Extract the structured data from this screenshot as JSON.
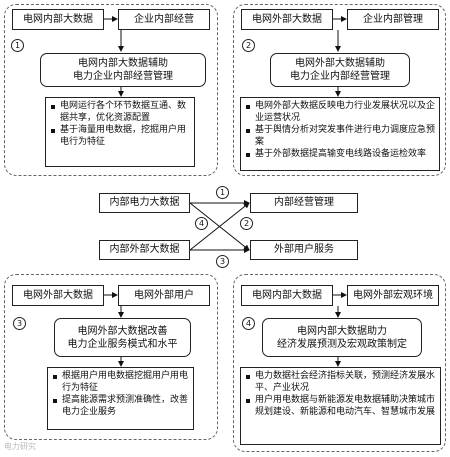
{
  "panels": [
    {
      "number": "1",
      "source": "电网内部大数据",
      "target": "企业内部经营",
      "title": [
        "电网内部大数据辅助",
        "电力企业内部经营管理"
      ],
      "bullets": [
        "电网运行各个环节数据互通、数据共享，优化资源配置",
        "基于海量用电数据，挖掘用户用电行为特征"
      ]
    },
    {
      "number": "2",
      "source": "电网外部大数据",
      "target": "企业内部管理",
      "title": [
        "电网外部大数据辅助",
        "电力企业内部经营管理"
      ],
      "bullets": [
        "电网外部大数据反映电力行业发展状况以及企业运营状况",
        "基于舆情分析对突发事件进行电力调度应急预案",
        "基于外部数据提高输变电线路设备运检效率"
      ]
    },
    {
      "number": "3",
      "source": "电网外部大数据",
      "target": "电网外部用户",
      "title": [
        "电网外部大数据改善",
        "电力企业服务模式和水平"
      ],
      "bullets": [
        "根据用户用电数据挖掘用户用电行为特征",
        "提高能源需求预测准确性，改善电力企业服务"
      ]
    },
    {
      "number": "4",
      "source": "电网内部大数据",
      "target": "电网外部宏观环境",
      "title": [
        "电网内部大数据助力",
        "经济发展预测及宏观政策制定"
      ],
      "bullets": [
        "电力数据社会经济指标关联，预测经济发展水平、产业状况",
        "用户用电数据与新能源发电数据辅助决策城市规划建设、新能源和电动汽车、智慧城市发展"
      ]
    }
  ],
  "center": {
    "left_top": "内部电力大数据",
    "left_bottom": "内部外部大数据",
    "right_top": "内部经营管理",
    "right_bottom": "外部用户服务",
    "path_labels": [
      "1",
      "2",
      "3",
      "4"
    ]
  },
  "watermark": "电力研究"
}
